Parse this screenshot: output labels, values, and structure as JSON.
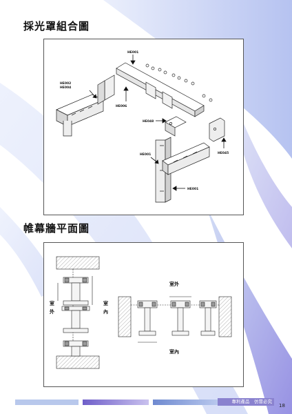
{
  "section1": {
    "title": "採光罩組合圖",
    "labels": {
      "he001_top": "HE001",
      "he002": "HE002",
      "he004": "HE004",
      "he006": "HE006",
      "he048": "HE048",
      "he045": "HE045",
      "he001_left": "HE001",
      "he001_bottom": "HE001"
    }
  },
  "section2": {
    "title": "帷幕牆平面圖",
    "labels": {
      "outside_left_1": "室",
      "outside_left_2": "外",
      "inside_left_1": "室",
      "inside_left_2": "內",
      "outside_right": "室外",
      "inside_right": "室內"
    }
  },
  "footer": {
    "label": "專利產品　仿冒必究",
    "page_number": "18"
  },
  "colors": {
    "accent_purple": "#8a82cf",
    "accent_blue": "#b8c8ec"
  }
}
